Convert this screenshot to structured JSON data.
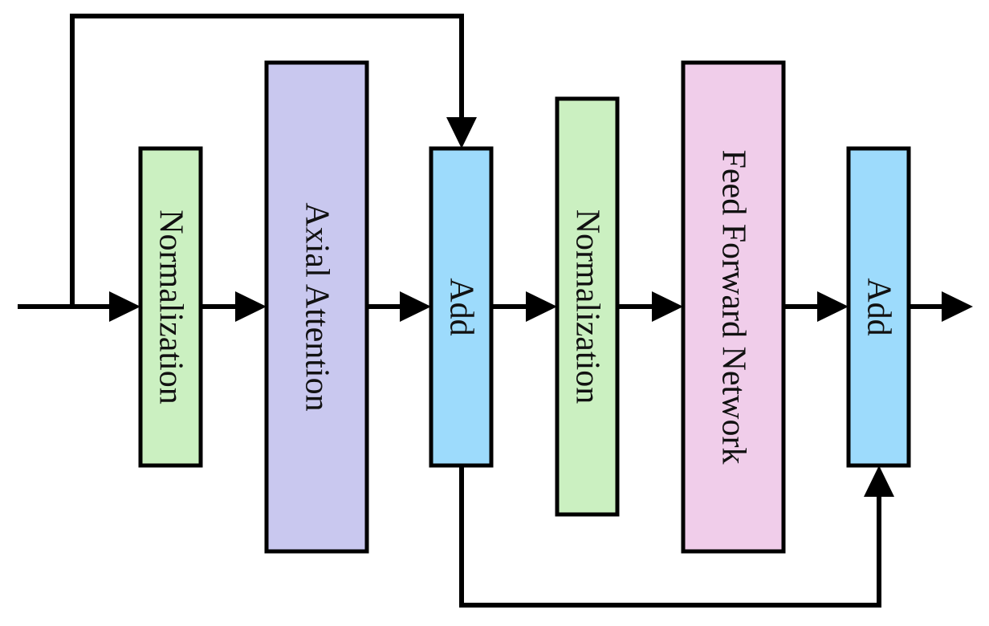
{
  "blocks": [
    {
      "id": "norm1",
      "label": "Normalization",
      "color": "#cbf0c1"
    },
    {
      "id": "attn",
      "label": "Axial Attention",
      "color": "#c9c8ef"
    },
    {
      "id": "add1",
      "label": "Add",
      "color": "#9ddbfc"
    },
    {
      "id": "norm2",
      "label": "Normalization",
      "color": "#cbf0c1"
    },
    {
      "id": "ffn",
      "label": "Feed Forward Network",
      "color": "#f0cdea"
    },
    {
      "id": "add2",
      "label": "Add",
      "color": "#9ddbfc"
    }
  ],
  "connections": [
    {
      "from": "input",
      "to": "norm1"
    },
    {
      "from": "norm1",
      "to": "attn"
    },
    {
      "from": "attn",
      "to": "add1"
    },
    {
      "from": "add1",
      "to": "norm2"
    },
    {
      "from": "norm2",
      "to": "ffn"
    },
    {
      "from": "ffn",
      "to": "add2"
    },
    {
      "from": "add2",
      "to": "output"
    },
    {
      "from": "input",
      "to": "add1",
      "kind": "skip"
    },
    {
      "from": "add1",
      "to": "add2",
      "kind": "skip"
    }
  ]
}
